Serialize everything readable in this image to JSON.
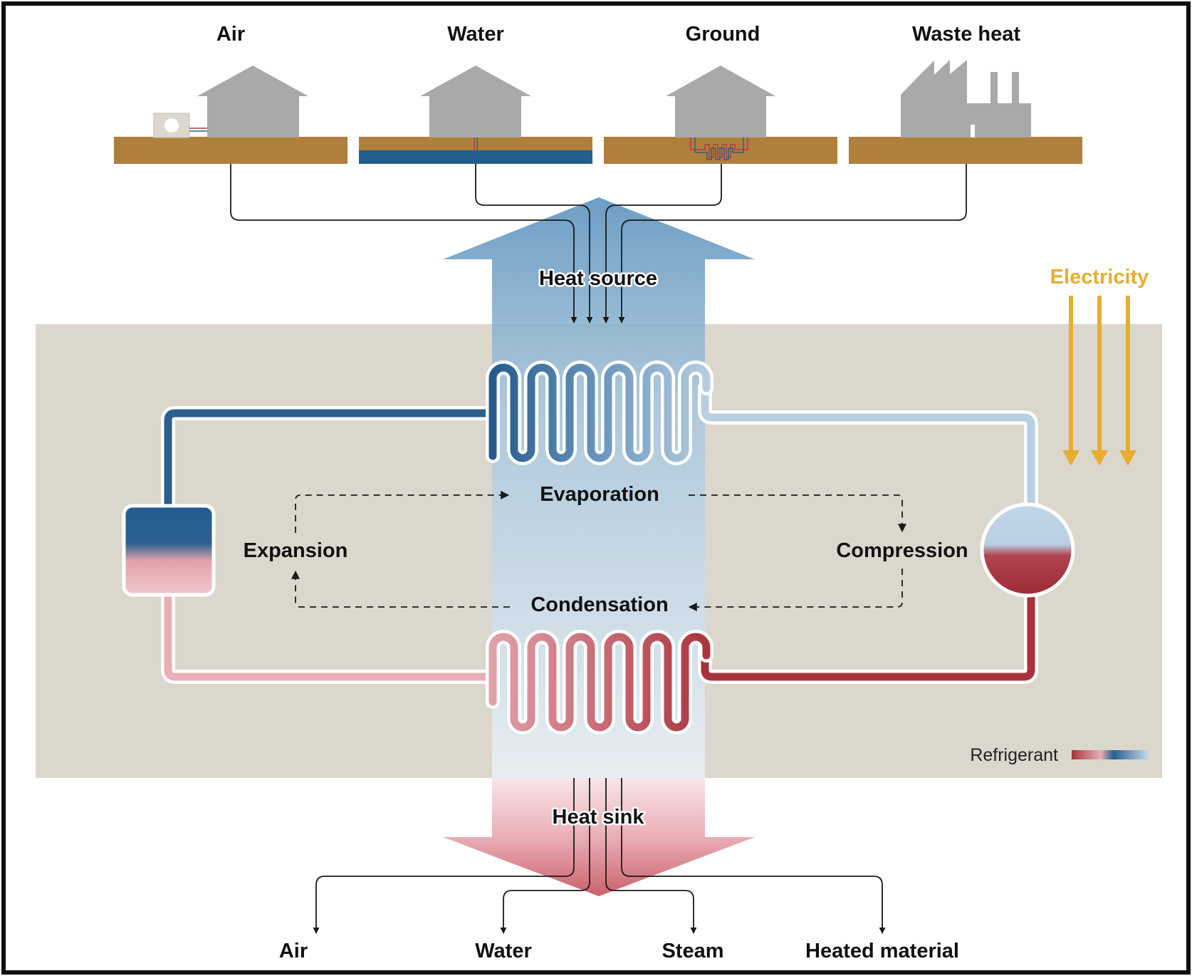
{
  "sources": {
    "air": "Air",
    "water": "Water",
    "ground": "Ground",
    "waste_heat": "Waste heat"
  },
  "flows": {
    "heat_source": "Heat source",
    "heat_sink": "Heat sink"
  },
  "electricity": {
    "label": "Electricity",
    "color": "#e8ad2f"
  },
  "cycle": {
    "evaporation": "Evaporation",
    "compression": "Compression",
    "condensation": "Condensation",
    "expansion": "Expansion"
  },
  "legend": {
    "refrigerant": "Refrigerant",
    "colors": [
      "#a8323b",
      "#e8b0b6",
      "#2a5f8f",
      "#c2d6e8"
    ]
  },
  "sinks": {
    "air": "Air",
    "water": "Water",
    "steam": "Steam",
    "heated_material": "Heated material"
  },
  "colors": {
    "ground": "#b07f3b",
    "water_layer": "#235f8c",
    "building": "#a9a9a9",
    "machine_panel": "#dbd7cd",
    "cold_pipe": "#2a5f8f",
    "hot_pipe": "#a8323b"
  }
}
